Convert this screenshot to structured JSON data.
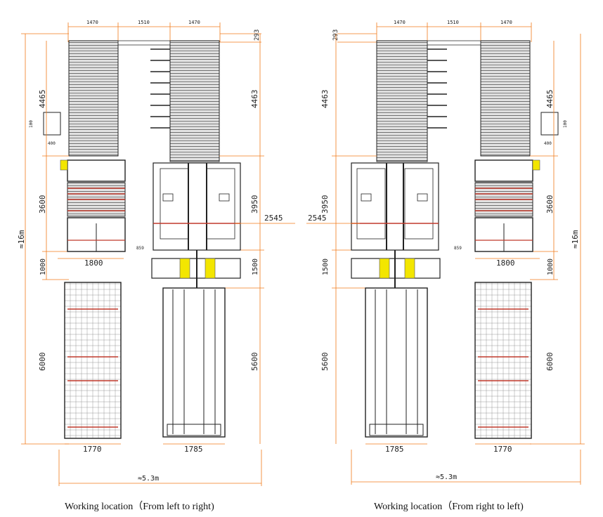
{
  "layouts": [
    {
      "caption": "Working location（From left to right)",
      "dims": {
        "top_a": "1470",
        "top_b": "1510",
        "top_c": "1470",
        "top_right": "293",
        "left_top": "4465",
        "small_box": "100",
        "small_w": "400",
        "right_top": "4463",
        "left_mid": "3600",
        "right_mid": "3950",
        "extend": "2545",
        "small_859": "859",
        "overall_left": "≈16m",
        "w1800": "1800",
        "left_1000": "1000",
        "right_1500": "1500",
        "left_6000": "6000",
        "right_5600": "5600",
        "w1770": "1770",
        "w1785": "1785",
        "overall_w": "≈5.3m"
      }
    },
    {
      "caption": "Working location（From right to left)",
      "dims": {
        "top_a": "1470",
        "top_b": "1510",
        "top_c": "1470",
        "top_left": "293",
        "left_top": "4463",
        "right_top": "4465",
        "small_box": "100",
        "small_w": "400",
        "left_mid": "3950",
        "right_mid": "3600",
        "extend": "2545",
        "small_859": "859",
        "overall_right": "≈16m",
        "w1800": "1800",
        "left_1500": "1500",
        "right_1000": "1000",
        "left_5600": "5600",
        "right_6000": "6000",
        "w1785": "1785",
        "w1770": "1770",
        "overall_w": "≈5.3m"
      }
    }
  ],
  "colors": {
    "dim": "#f07a1a",
    "line": "#1a1a1a",
    "red": "#c0392b",
    "yellow": "#f3e600",
    "grey": "#6d6d6d"
  }
}
